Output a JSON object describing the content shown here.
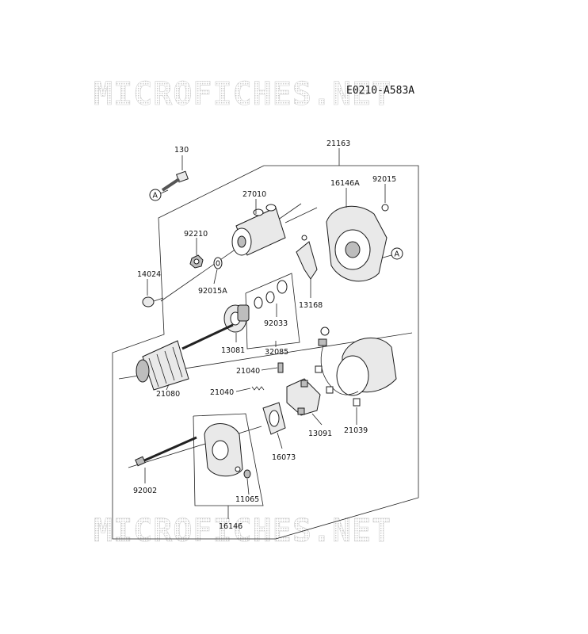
{
  "diagram": {
    "code": "E0210-A583A",
    "watermark_top": "MICROFICHES.NET",
    "watermark_bottom": "MICROFICHES.NET",
    "ref_marker": "A",
    "labels": {
      "p130": "130",
      "p21163": "21163",
      "p27010": "27010",
      "p16146a": "16146A",
      "p92015": "92015",
      "p92210": "92210",
      "p14024": "14024",
      "p92015a": "92015A",
      "p13168": "13168",
      "p92033": "92033",
      "p13081": "13081",
      "p32085": "32085",
      "p21040a": "21040",
      "p21040b": "21040",
      "p21080": "21080",
      "p13091": "13091",
      "p21039": "21039",
      "p16073": "16073",
      "p92002": "92002",
      "p11065": "11065",
      "p16146": "16146"
    }
  }
}
